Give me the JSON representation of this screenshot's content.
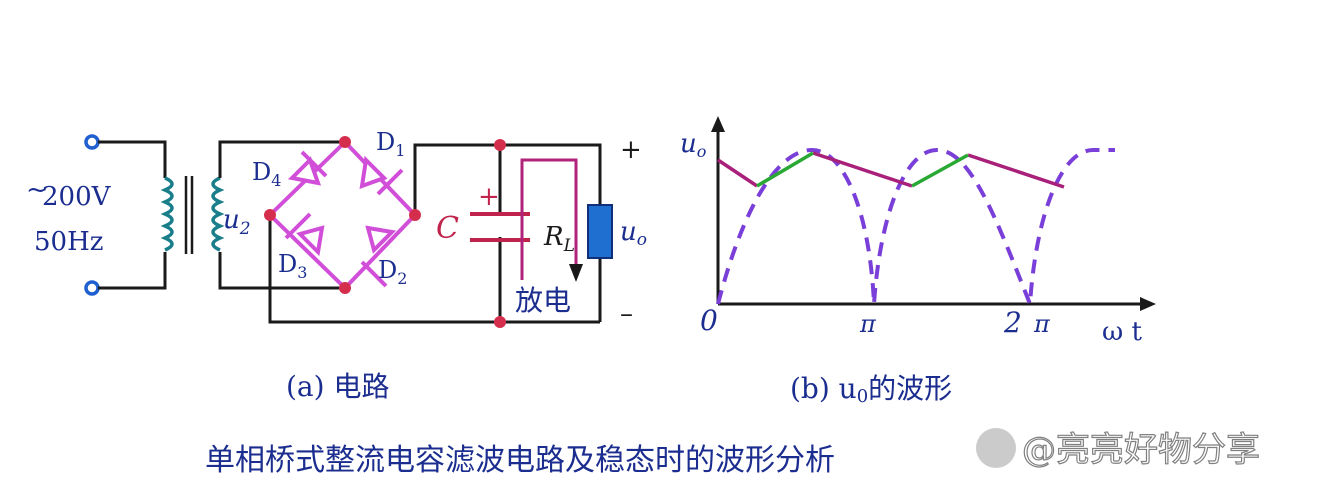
{
  "circuit": {
    "source_voltage": "200V",
    "source_tilde": "~",
    "source_freq": "50Hz",
    "secondary_label": "u",
    "secondary_sub": "2",
    "diodes": [
      {
        "label": "D",
        "sub": "1"
      },
      {
        "label": "D",
        "sub": "2"
      },
      {
        "label": "D",
        "sub": "3"
      },
      {
        "label": "D",
        "sub": "4"
      }
    ],
    "capacitor": "C",
    "capacitor_plus": "+",
    "load_label": "R",
    "load_sub": "L",
    "output_label": "u",
    "output_sub": "o",
    "plus": "+",
    "minus": "–",
    "discharge": "放电",
    "caption": "(a) 电路",
    "colors": {
      "wire": "#1a1a1a",
      "diode": "#d14fd8",
      "node": "#d42e4c",
      "terminal": "#1f5fcf",
      "resistor": "#1f6fd0",
      "discharge_path": "#b0237a"
    }
  },
  "waveform": {
    "y_axis_label": "u",
    "y_axis_sub": "o",
    "origin": "0",
    "tick_pi": "π",
    "tick_2pi_num": "2",
    "tick_2pi_sym": "π",
    "x_axis_label": "ω t",
    "caption": "(b) u",
    "caption_sub": "0",
    "caption_tail": "的波形",
    "colors": {
      "rectified": "#7a3fd8",
      "discharge": "#a8207a",
      "charge": "#2aa834"
    }
  },
  "title": "单相桥式整流电容滤波电路及稳态时的波形分析",
  "watermark": "@亮亮好物分享"
}
